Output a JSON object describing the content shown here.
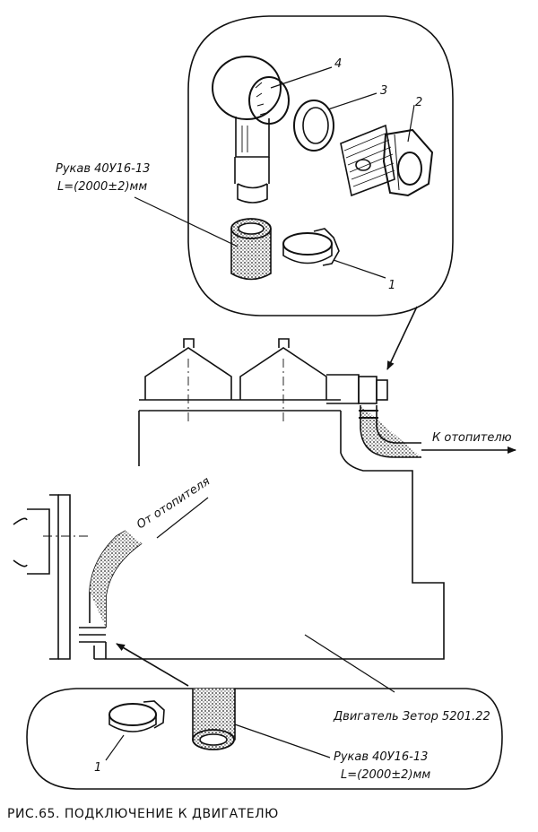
{
  "figure": {
    "caption": "РИС.65. ПОДКЛЮЧЕНИЕ К ДВИГАТЕЛЮ"
  },
  "callouts": {
    "top": {
      "hose_name": "Рукав 40У16-13",
      "hose_length": "L=(2000±2)мм",
      "part_1": "1",
      "part_2": "2",
      "part_3": "3",
      "part_4": "4"
    },
    "bottom": {
      "hose_name": "Рукав 40У16-13",
      "hose_length": "L=(2000±2)мм",
      "part_1": "1"
    }
  },
  "labels": {
    "to_heater": "К отопителю",
    "from_heater": "От отопителя",
    "engine": "Двигатель Зетор 5201.22"
  }
}
